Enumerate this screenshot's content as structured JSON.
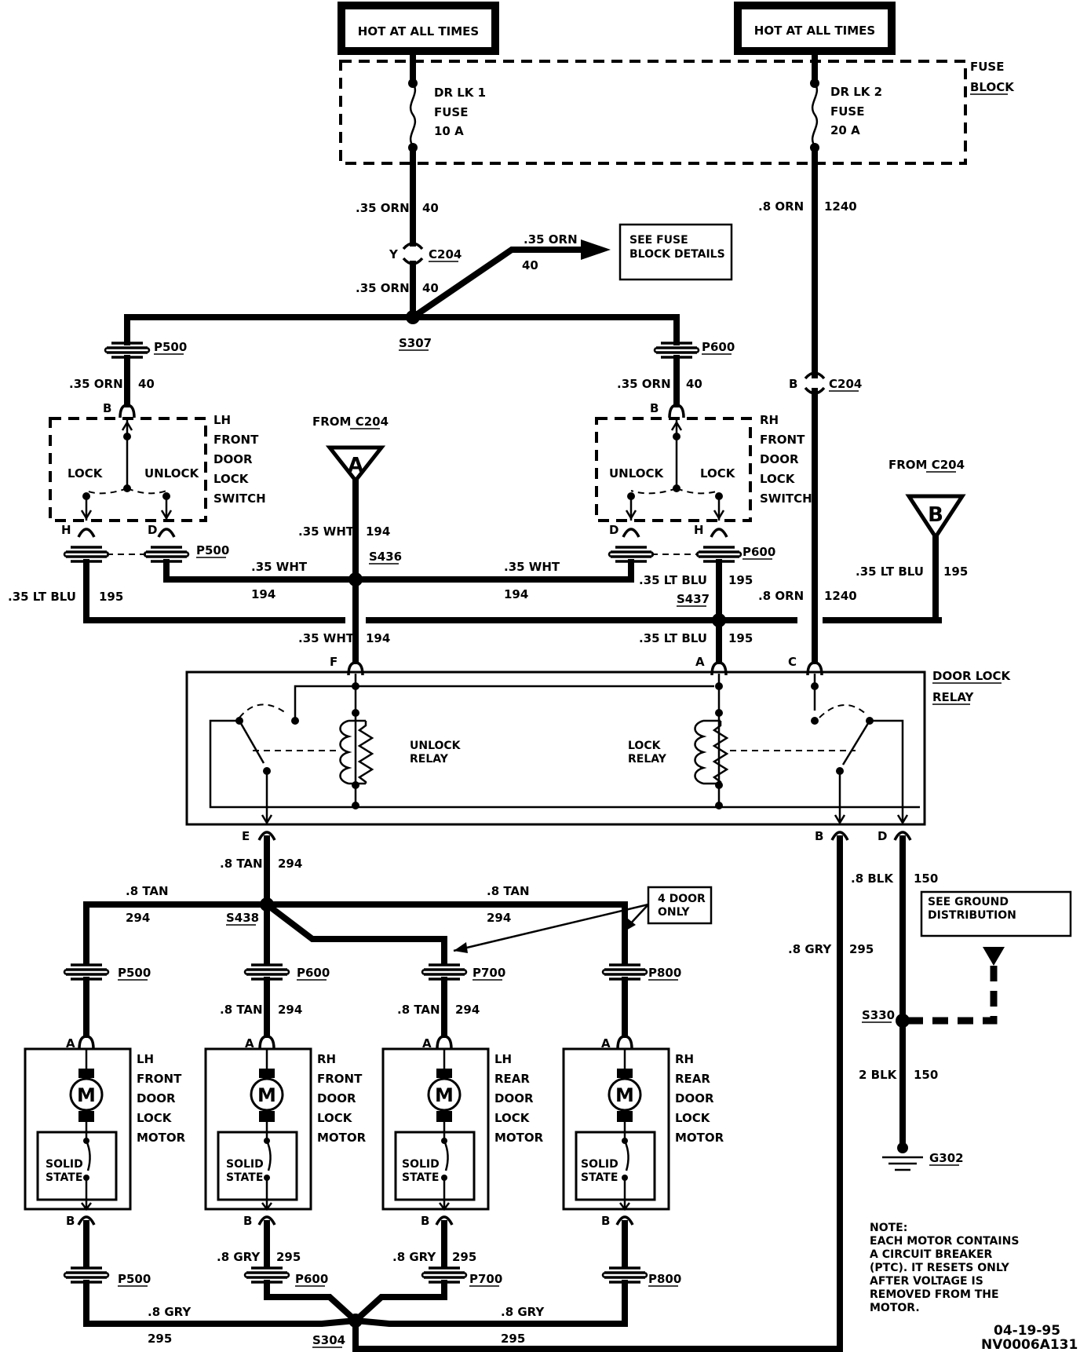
{
  "power": {
    "hot_left": "HOT AT ALL TIMES",
    "hot_right": "HOT AT ALL TIMES",
    "fuse_block_1": "FUSE",
    "fuse_block_2": "BLOCK",
    "fuse1": [
      "DR LK 1",
      "FUSE",
      "10 A"
    ],
    "fuse2": [
      "DR LK 2",
      "FUSE",
      "20 A"
    ]
  },
  "wires": {
    "orn035": ".35 ORN",
    "c40": "40",
    "orn08": ".8 ORN",
    "c1240": "1240",
    "wht035": ".35 WHT",
    "c194": "194",
    "ltblu035": ".35 LT BLU",
    "c195": "195",
    "tan08": ".8 TAN",
    "c294": "294",
    "gry08": ".8 GRY",
    "c295": "295",
    "blk08": ".8 BLK",
    "c150": "150",
    "blk2": "2 BLK"
  },
  "connectors": {
    "c204": "C204",
    "p500": "P500",
    "p600": "P600",
    "p700": "P700",
    "p800": "P800"
  },
  "splices": {
    "s307": "S307",
    "s436": "S436",
    "s437": "S437",
    "s438": "S438",
    "s330": "S330",
    "s304": "S304",
    "g302": "G302"
  },
  "pins": {
    "y": "Y",
    "b": "B",
    "h": "H",
    "d": "D",
    "f": "F",
    "a": "A",
    "c": "C",
    "e": "E"
  },
  "refs": {
    "see_fuse": [
      "SEE FUSE",
      "BLOCK DETAILS"
    ],
    "from_c204": "FROM C204",
    "flag_a": "A",
    "flag_b": "B",
    "see_ground": [
      "SEE GROUND",
      "DISTRIBUTION"
    ],
    "four_door": [
      "4 DOOR",
      "ONLY"
    ]
  },
  "switches": {
    "lh": [
      "LH",
      "FRONT",
      "DOOR",
      "LOCK",
      "SWITCH"
    ],
    "rh": [
      "RH",
      "FRONT",
      "DOOR",
      "LOCK",
      "SWITCH"
    ],
    "lock": "LOCK",
    "unlock": "UNLOCK"
  },
  "relay": {
    "title": [
      "DOOR LOCK",
      "RELAY"
    ],
    "unlock": [
      "UNLOCK",
      "RELAY"
    ],
    "lock": [
      "LOCK",
      "RELAY"
    ]
  },
  "motors": {
    "m": "M",
    "solid_state": [
      "SOLID",
      "STATE"
    ],
    "lh_front": [
      "LH",
      "FRONT",
      "DOOR",
      "LOCK",
      "MOTOR"
    ],
    "rh_front": [
      "RH",
      "FRONT",
      "DOOR",
      "LOCK",
      "MOTOR"
    ],
    "lh_rear": [
      "LH",
      "REAR",
      "DOOR",
      "LOCK",
      "MOTOR"
    ],
    "rh_rear": [
      "RH",
      "REAR",
      "DOOR",
      "LOCK",
      "MOTOR"
    ]
  },
  "note": [
    "NOTE:",
    "EACH MOTOR CONTAINS",
    "A CIRCUIT BREAKER",
    "(PTC).  IT RESETS ONLY",
    "AFTER VOLTAGE IS",
    "REMOVED FROM THE",
    "MOTOR."
  ],
  "footer": [
    "04-19-95",
    "NV0006A131"
  ]
}
